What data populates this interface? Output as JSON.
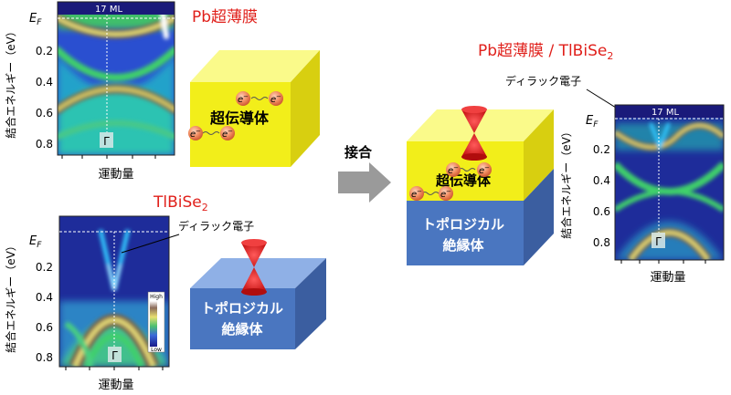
{
  "colors": {
    "title_red": "#e0201b",
    "superconductor_yellow": "#f2ee1a",
    "superconductor_top": "#fafa8a",
    "superconductor_side": "#d8cf10",
    "insulator_blue": "#4a76c0",
    "insulator_top": "#8fb0e6",
    "insulator_side": "#3b5ea0",
    "arrow_gray": "#9a9a9a",
    "cone_red": "#e31b1b",
    "electron_orange": "#f08a5e"
  },
  "icons": [
    "dirac-cone-icon",
    "electron-icon",
    "arrow-right-icon",
    "colorbar-icon"
  ],
  "panel_pb": {
    "title": "Pb超薄膜",
    "thickness_label": "17 ML",
    "xlabel": "運動量",
    "ylabel": "結合エネルギー（eV）",
    "ef_label": "E",
    "ef_sub": "F",
    "gamma": "Γ",
    "ticks": [
      "0.2",
      "0.4",
      "0.6",
      "0.8"
    ]
  },
  "panel_tlbise2": {
    "title": "TlBiSe",
    "title_sub": "2",
    "xlabel": "運動量",
    "ylabel": "結合エネルギー（eV）",
    "ef_label": "E",
    "ef_sub": "F",
    "gamma": "Γ",
    "ticks": [
      "0.2",
      "0.4",
      "0.6",
      "0.8"
    ],
    "colorbar_high": "High",
    "colorbar_low": "Low",
    "dirac_label": "ディラック電子"
  },
  "panel_combined": {
    "title": "Pb超薄膜 / TlBiSe",
    "title_sub": "2",
    "thickness_label": "17 ML",
    "xlabel": "運動量",
    "ylabel": "結合エネルギー（eV）",
    "ef_label": "E",
    "ef_sub": "F",
    "gamma": "Γ",
    "ticks": [
      "0.2",
      "0.4",
      "0.6",
      "0.8"
    ],
    "dirac_label": "ディラック電子"
  },
  "blocks": {
    "superconductor_label": "超伝導体",
    "insulator_line1": "トポロジカル",
    "insulator_line2": "絶縁体",
    "electron_symbol": "e",
    "electron_sup": "−"
  },
  "arrow_label": "接合"
}
